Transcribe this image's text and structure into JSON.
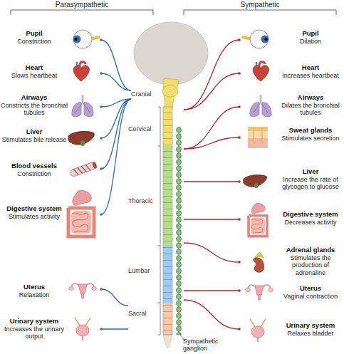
{
  "diagram": {
    "nodes": [
      {
        "text": [
          "Pupil",
          "Constriction"
        ]
      },
      {
        "text": [
          "Heart",
          "Slows heartbeat"
        ]
      },
      {
        "text": [
          "Airways",
          "Constricts the bronchial tubules"
        ]
      },
      {
        "text": [
          "Liver",
          "Stimulates bile release"
        ]
      },
      {
        "text": [
          "Blood vessels",
          "Constriction"
        ]
      },
      {
        "text": [
          "Digestive system",
          "Stimulates activity"
        ]
      },
      {
        "text": [
          "Uterus",
          "Relaxation"
        ]
      },
      {
        "text": [
          "Urinary system",
          "Increases the urinary output"
        ]
      },
      {
        "text": [
          "Cranial"
        ]
      },
      {
        "text": [
          "Cervical"
        ]
      },
      {
        "text": [
          "Thoracic"
        ]
      },
      {
        "text": [
          "Lumbar"
        ]
      },
      {
        "text": [
          "Sacral"
        ]
      },
      {
        "text": [
          "Pupil",
          "Dilation"
        ]
      },
      {
        "text": [
          "Heart",
          "Increases heartbeat"
        ]
      },
      {
        "text": [
          "Airways",
          "Dilates the bronchial tubules"
        ]
      },
      {
        "text": [
          "Sweat glands",
          "Stimulates secretion"
        ]
      },
      {
        "text": [
          "Liver",
          "Increase the rate of glycogen to glucose"
        ]
      },
      {
        "text": [
          "Digestive system",
          "Decreases activity"
        ]
      },
      {
        "text": [
          "Adrenal glands",
          "Stimulates the production of adrenaline"
        ]
      },
      {
        "text": [
          "Uterus",
          "Vaginal contraction"
        ]
      },
      {
        "text": [
          "Urinary system",
          "Relaxes bladder"
        ]
      }
    ],
    "edges": [
      {
        "from": 8,
        "to": 0,
        "arrow": "none"
      },
      {
        "from": 8,
        "to": 1,
        "arrow": "none"
      },
      {
        "from": 8,
        "to": 2,
        "arrow": "none"
      },
      {
        "from": 8,
        "to": 3,
        "arrow": "none"
      },
      {
        "from": 8,
        "to": 4,
        "arrow": "none"
      },
      {
        "from": 8,
        "to": 5,
        "arrow": "none"
      },
      {
        "from": 12,
        "to": 6,
        "arrow": "none"
      },
      {
        "from": 12,
        "to": 7,
        "arrow": "none"
      },
      {
        "from": 9,
        "to": 13,
        "arrow": "none"
      },
      {
        "from": 9,
        "to": 14,
        "arrow": "none"
      },
      {
        "from": 10,
        "to": 15,
        "arrow": "none"
      },
      {
        "from": 10,
        "to": 16,
        "arrow": "none"
      },
      {
        "from": 10,
        "to": 17,
        "arrow": "none"
      },
      {
        "from": 10,
        "to": 18,
        "arrow": "none"
      },
      {
        "from": 10,
        "to": 19,
        "arrow": "none"
      },
      {
        "from": 11,
        "to": 20,
        "arrow": "none"
      },
      {
        "from": 11,
        "to": 21,
        "arrow": "none"
      }
    ],
    "labels": [
      "Parasympathetic",
      "Sympathetic",
      "Sympathetic ganglion"
    ]
  }
}
